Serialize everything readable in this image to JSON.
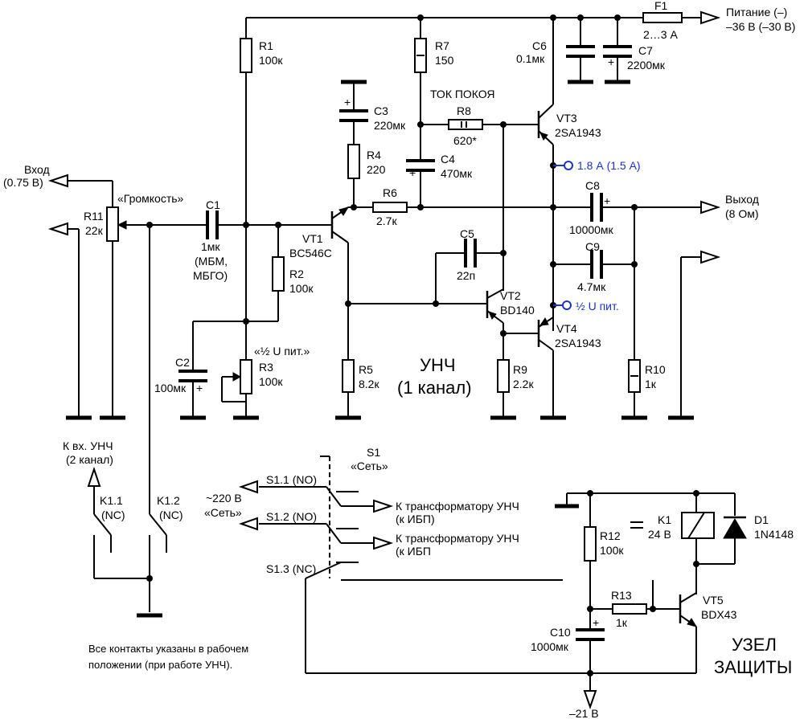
{
  "supply": {
    "label": "Питание (–)",
    "value": "–36 В (–30 В)"
  },
  "fuse": {
    "ref": "F1",
    "value": "2…3 А"
  },
  "input": {
    "label": "Вход",
    "value": "(0.75 В)"
  },
  "output": {
    "label": "Выход",
    "value": "(8 Ом)"
  },
  "volume": {
    "ref": "R11",
    "value": "22к",
    "name": "«Громкость»"
  },
  "caps": {
    "c1": {
      "ref": "C1",
      "value": "1мк",
      "note1": "(МБМ,",
      "note2": "МБГО)"
    },
    "c2": {
      "ref": "C2",
      "value": "100мк"
    },
    "c3": {
      "ref": "C3",
      "value": "220мк"
    },
    "c4": {
      "ref": "C4",
      "value": "470мк"
    },
    "c5": {
      "ref": "C5",
      "value": "22п"
    },
    "c6": {
      "ref": "C6",
      "value": "0.1мк"
    },
    "c7": {
      "ref": "C7",
      "value": "2200мк"
    },
    "c8": {
      "ref": "C8",
      "value": "10000мк"
    },
    "c9": {
      "ref": "C9",
      "value": "4.7мк"
    },
    "c10": {
      "ref": "C10",
      "value": "1000мк"
    }
  },
  "resistors": {
    "r1": {
      "ref": "R1",
      "value": "100к"
    },
    "r2": {
      "ref": "R2",
      "value": "100к"
    },
    "r3": {
      "ref": "R3",
      "value": "100к",
      "note": "«½ U пит.»"
    },
    "r4": {
      "ref": "R4",
      "value": "220"
    },
    "r5": {
      "ref": "R5",
      "value": "8.2к"
    },
    "r6": {
      "ref": "R6",
      "value": "2.7к"
    },
    "r7": {
      "ref": "R7",
      "value": "150"
    },
    "r8": {
      "ref": "R8",
      "value": "620*",
      "note": "ТОК ПОКОЯ"
    },
    "r9": {
      "ref": "R9",
      "value": "2.2к"
    },
    "r10": {
      "ref": "R10",
      "value": "1к"
    },
    "r12": {
      "ref": "R12",
      "value": "100к"
    },
    "r13": {
      "ref": "R13",
      "value": "1к"
    }
  },
  "transistors": {
    "vt1": {
      "ref": "VT1",
      "value": "BC546C"
    },
    "vt2": {
      "ref": "VT2",
      "value": "BD140"
    },
    "vt3": {
      "ref": "VT3",
      "value": "2SA1943"
    },
    "vt4": {
      "ref": "VT4",
      "value": "2SA1943"
    },
    "vt5": {
      "ref": "VT5",
      "value": "BDX43"
    }
  },
  "test_points": {
    "tp1": "1.8 А (1.5 А)",
    "tp2": "½ U пит."
  },
  "amp_title": {
    "line1": "УНЧ",
    "line2": "(1 канал)"
  },
  "second_channel": {
    "line1": "К вх. УНЧ",
    "line2": "(2 канал)"
  },
  "relay_contacts": {
    "k11_ref": "K1.1",
    "k11_note": "(NC)",
    "k12_ref": "K1.2",
    "k12_note": "(NC)"
  },
  "switch": {
    "ref": "S1",
    "name": "«Сеть»",
    "s11": "S1.1 (NO)",
    "s12": "S1.2 (NO)",
    "s13": "S1.3 (NC)",
    "mains1": "~220 В",
    "mains2": "«Сеть»",
    "to_tr1a": "К трансформатору УНЧ",
    "to_tr1b": "(к ИБП)",
    "to_tr2a": "К трансформатору УНЧ",
    "to_tr2b": "(к ИБП"
  },
  "relay": {
    "ref": "K1",
    "value": "24 В"
  },
  "diode": {
    "ref": "D1",
    "value": "1N4148"
  },
  "protection": {
    "line1": "УЗЕЛ",
    "line2": "ЗАЩИТЫ",
    "supply": "–21 В"
  },
  "footnote": {
    "line1": "Все контакты указаны в рабочем",
    "line2": "положении (при работе УНЧ)."
  },
  "colors": {
    "annotation": "#1a33cc",
    "ink": "#000000"
  }
}
